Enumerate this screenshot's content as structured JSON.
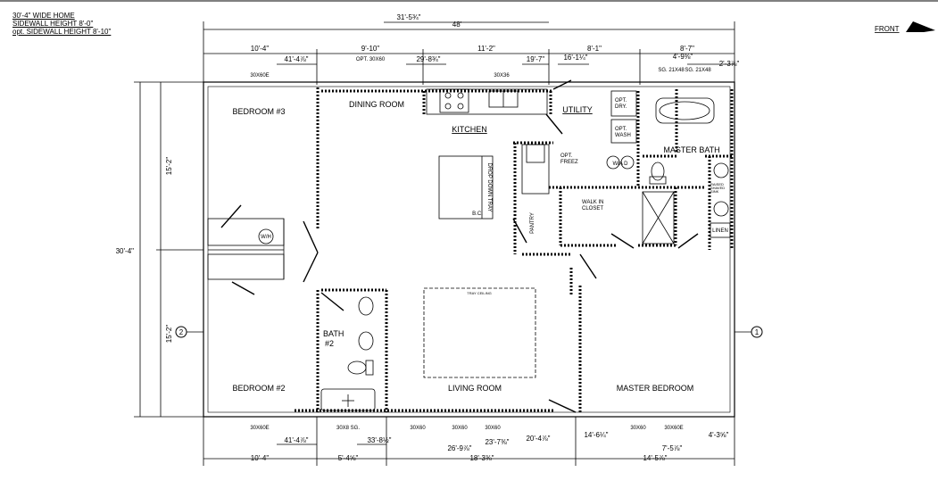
{
  "header": {
    "width_note": "30'-4\" WIDE HOME",
    "sidewall": "SIDEWALL HEIGHT 8'-0\"",
    "opt_sidewall": "opt. SIDEWALL HEIGHT 8'-10\""
  },
  "front_label": "FRONT",
  "rooms": {
    "bedroom3": "BEDROOM #3",
    "dining": "DINING ROOM",
    "kitchen": "KITCHEN",
    "utility": "UTILITY",
    "master_bath": "MASTER BATH",
    "bedroom2": "BEDROOM #2",
    "bath2_a": "BATH",
    "bath2_b": "#2",
    "living": "LIVING ROOM",
    "master_bedroom": "MASTER BEDROOM",
    "walk_in_1": "WALK IN",
    "walk_in_2": "CLOSET",
    "pantry": "PANTRY",
    "linen": "LINEN",
    "opt_freez_1": "OPT.",
    "opt_freez_2": "FREEZ",
    "opt_dry_1": "OPT.",
    "opt_dry_2": "DRY.",
    "opt_wash_1": "OPT.",
    "opt_wash_2": "WASH",
    "tray_ceiling": "TRAY CEILING",
    "drop_down_tray": "DROP DOWN TRAY",
    "bc": "B.C.",
    "wh": "W/H",
    "wd": "W/A D",
    "raised_sink_1": "RAISED",
    "raised_sink_2": "SHAVED",
    "raised_sink_3": "SINK"
  },
  "windows": {
    "w_top_br3": "30X60E",
    "w_top_dining": "OPT. 30X60",
    "w_top_kitchen": "30X36",
    "w_top_sg1": "SG. 21X48",
    "w_top_sg2": "SG. 21X48",
    "w_bot_br2": "30X60E",
    "w_bot_bath": "30X8 SG.",
    "w_bot_living1": "30X60",
    "w_bot_living2": "30X60",
    "w_bot_living3": "30X60",
    "w_bot_mb1": "30X60",
    "w_bot_mb2": "30X60E"
  },
  "dims_top": {
    "overall": "48'",
    "d_31": "31'-5¾\"",
    "d_10_4": "10'-4\"",
    "d_9_10": "9'-10\"",
    "d_11_2": "11'-2\"",
    "d_8_1": "8'-1\"",
    "d_8_7": "8'-7\"",
    "d_41": "41'-4⅞\"",
    "d_29": "29'-8¾\"",
    "d_19": "19'-7\"",
    "d_16": "16'-1¼\"",
    "d_4_9": "4'-9⅜\"",
    "d_2_3": "2'-3⅞\""
  },
  "dims_bottom": {
    "d_41": "41'-4⅞\"",
    "d_33": "33'-8½\"",
    "d_26": "26'-9⅞\"",
    "d_23": "23'-7⅜\"",
    "d_20": "20'-4⅞\"",
    "d_14_6": "14'-6¼\"",
    "d_4_3": "4'-3⅝\"",
    "d_10_4": "10'-4\"",
    "d_5_4": "5'-4⅝\"",
    "d_18_3": "18'-3⅜\"",
    "d_14_7": "14'-5⅞\"",
    "d_7_5": "7'-5⅞\""
  },
  "dims_left": {
    "overall": "30'-4\"",
    "upper": "15'-2\"",
    "lower": "15'-2\""
  },
  "markers": {
    "m1": "1",
    "m2": "2"
  }
}
